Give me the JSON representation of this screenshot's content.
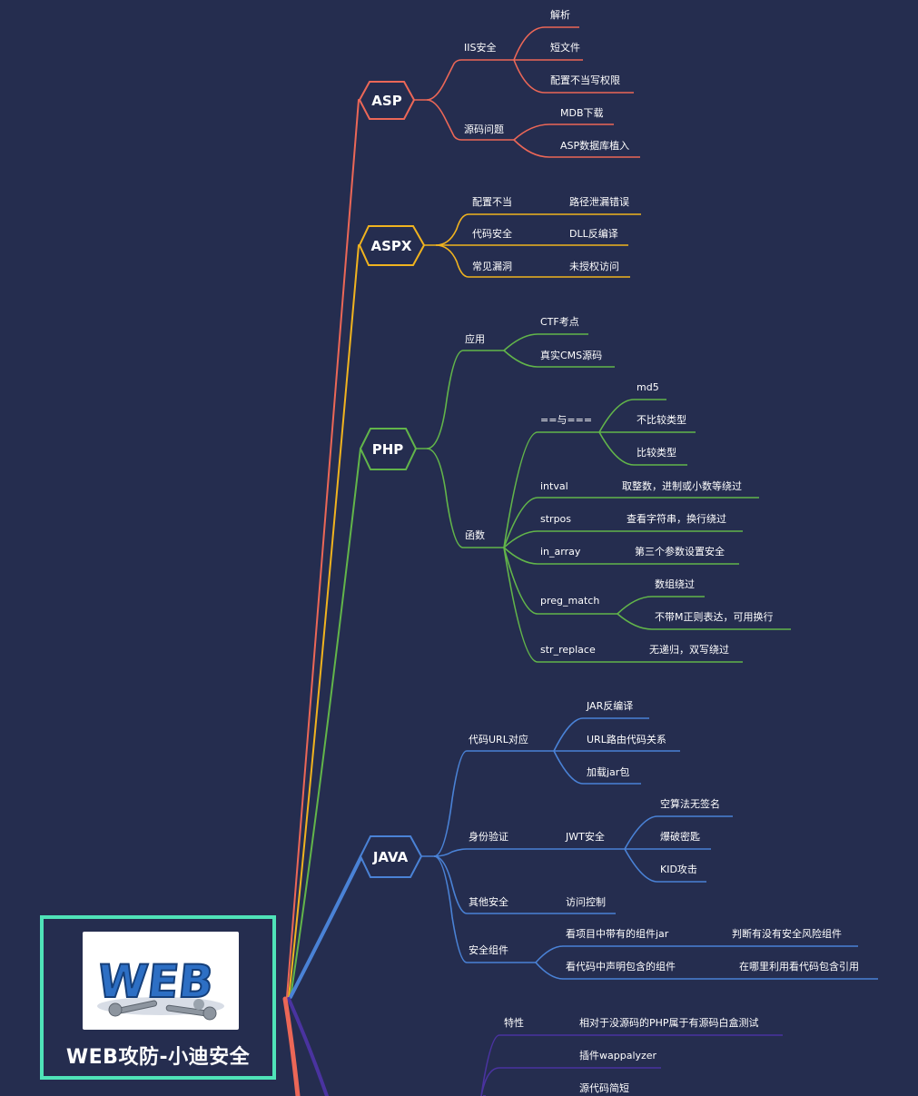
{
  "root": {
    "title": "WEB攻防-小迪安全",
    "logo_text": "WEB"
  },
  "branches": {
    "asp": {
      "label": "ASP",
      "color": "#ec6757",
      "iis": "IIS安全",
      "iis_items": [
        "解析",
        "短文件",
        "配置不当写权限"
      ],
      "src": "源码问题",
      "src_items": [
        "MDB下载",
        "ASP数据库植入"
      ]
    },
    "aspx": {
      "label": "ASPX",
      "color": "#f0b31f",
      "rows": [
        {
          "key": "配置不当",
          "value": "路径泄漏错误"
        },
        {
          "key": "代码安全",
          "value": "DLL反编译"
        },
        {
          "key": "常见漏洞",
          "value": "未授权访问"
        }
      ]
    },
    "php": {
      "label": "PHP",
      "color": "#62b54a",
      "app": "应用",
      "app_items": [
        "CTF考点",
        "真实CMS源码"
      ],
      "func": "函数",
      "eq": "==与===",
      "eq_items": [
        "md5",
        "不比较类型",
        "比较类型"
      ],
      "intval": "intval",
      "intval_note": "取整数，进制或小数等绕过",
      "strpos": "strpos",
      "strpos_note": "查看字符串，换行绕过",
      "in_array": "in_array",
      "in_array_note": "第三个参数设置安全",
      "preg_match": "preg_match",
      "preg_items": [
        "数组绕过",
        "不带M正则表达，可用换行"
      ],
      "str_replace": "str_replace",
      "str_replace_note": "无递归，双写绕过"
    },
    "java": {
      "label": "JAVA",
      "color": "#4a82d6",
      "url": "代码URL对应",
      "url_items": [
        "JAR反编译",
        "URL路由代码关系",
        "加载jar包"
      ],
      "auth": "身份验证",
      "jwt": "JWT安全",
      "jwt_items": [
        "空算法无签名",
        "爆破密匙",
        "KID攻击"
      ],
      "other": "其他安全",
      "other_item": "访问控制",
      "comp": "安全组件",
      "comp_rows": [
        {
          "key": "看项目中带有的组件jar",
          "value": "判断有没有安全风险组件"
        },
        {
          "key": "看代码中声明包含的组件",
          "value": "在哪里利用看代码包含引用"
        }
      ]
    },
    "next": {
      "color": "#4a33a0",
      "feature": "特性",
      "feature_note": "相对于没源码的PHP属于有源码白盒测试",
      "items": [
        "插件wappalyzer",
        "源代码简短"
      ]
    }
  }
}
